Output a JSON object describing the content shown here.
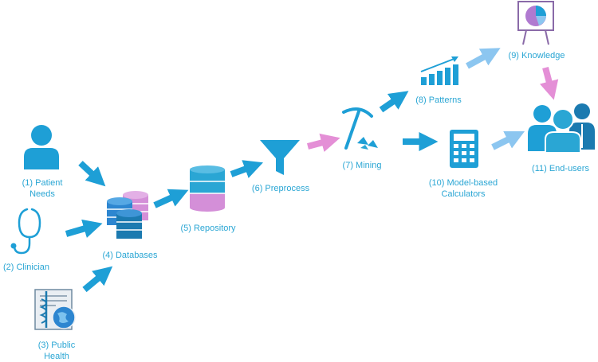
{
  "nodes": {
    "patient_needs": {
      "line1": "(1) Patient",
      "line2": "Needs"
    },
    "clinician": {
      "label": "(2) Clinician"
    },
    "public_health": {
      "line1": "(3) Public",
      "line2": "Health"
    },
    "databases": {
      "label": "(4) Databases"
    },
    "repository": {
      "label": "(5) Repository"
    },
    "preprocess": {
      "label": "(6) Preprocess"
    },
    "mining": {
      "label": "(7) Mining"
    },
    "patterns": {
      "label": "(8) Patterns"
    },
    "knowledge": {
      "label": "(9) Knowledge"
    },
    "calculators": {
      "line1": "(10) Model-based",
      "line2": "Calculators"
    },
    "end_users": {
      "label": "(11) End-users"
    }
  },
  "colors": {
    "primary": "#1e9fd6",
    "dark": "#1b7ab0",
    "label": "#2aa6d4",
    "light_arrow": "#8cc6f0",
    "pink_arrow": "#e48fd6",
    "db_pink": "#d48fd8"
  }
}
